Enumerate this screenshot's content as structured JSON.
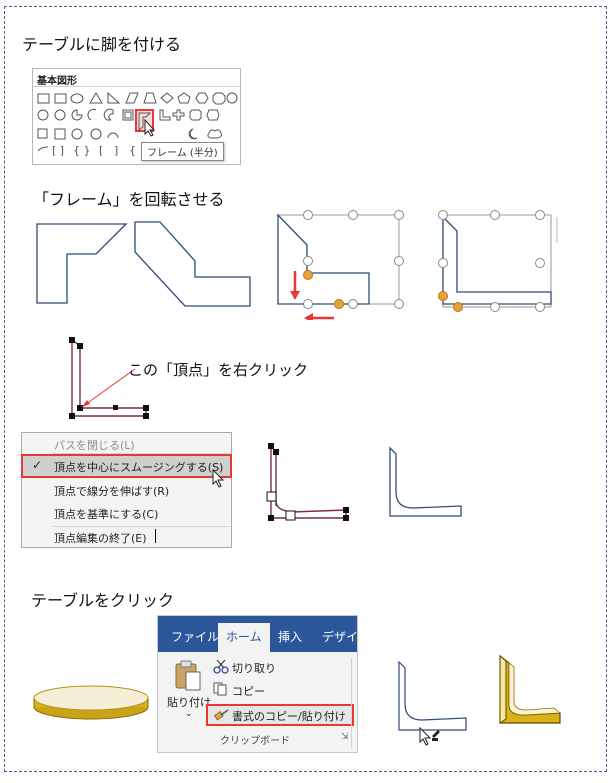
{
  "headings": {
    "step1": "テーブルに脚を付ける",
    "step2": "「フレーム」を回転させる",
    "step3": "この「頂点」を右クリック",
    "step4": "テーブルをクリック"
  },
  "gallery": {
    "title": "基本図形",
    "tooltip": "フレーム (半分)"
  },
  "context_menu": {
    "items": [
      {
        "label": "パスを閉じる(L)",
        "enabled": false,
        "checked": false
      },
      {
        "label": "頂点を中心にスムージングする(S)",
        "enabled": true,
        "checked": true
      },
      {
        "label": "頂点で線分を伸ばす(R)",
        "enabled": true,
        "checked": false
      },
      {
        "label": "頂点を基準にする(C)",
        "enabled": true,
        "checked": false
      },
      {
        "label": "頂点編集の終了(E)",
        "enabled": true,
        "checked": false
      }
    ]
  },
  "ribbon": {
    "tabs": [
      "ファイル",
      "ホーム",
      "挿入",
      "デザイン"
    ],
    "active_tab": "ホーム",
    "paste_label": "貼り付け",
    "cut_label": "切り取り",
    "copy_label": "コピー",
    "format_painter_label": "書式のコピー/貼り付け",
    "group_label": "クリップボード"
  },
  "colors": {
    "accent_red": "#e53935",
    "ribbon_blue": "#2b579a",
    "handle_orange": "#e8a23b",
    "shape_outline": "#2f4a7a",
    "table_gold": "#d9b21a"
  }
}
